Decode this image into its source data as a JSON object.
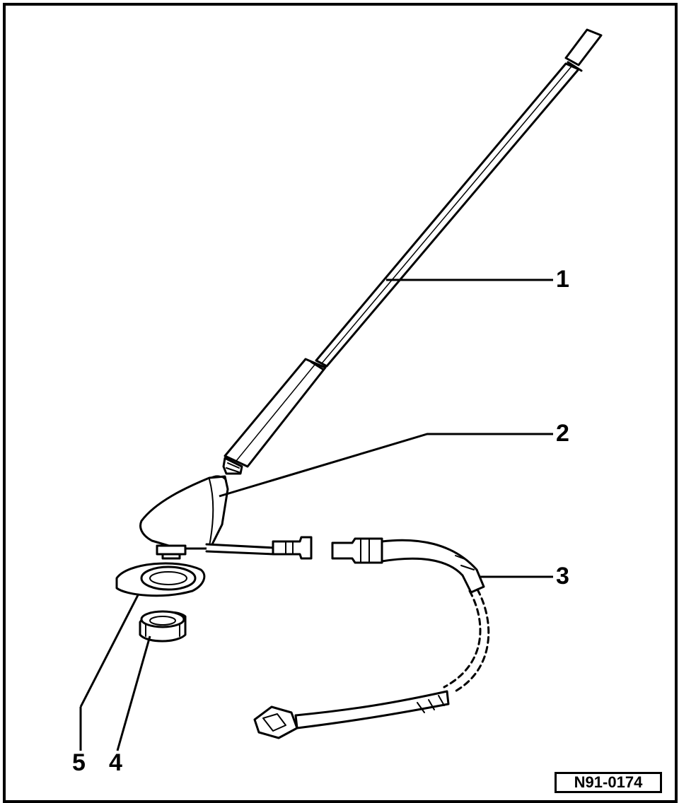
{
  "diagram": {
    "callouts": [
      {
        "id": "1",
        "label": "1"
      },
      {
        "id": "2",
        "label": "2"
      },
      {
        "id": "3",
        "label": "3"
      },
      {
        "id": "4",
        "label": "4"
      },
      {
        "id": "5",
        "label": "5"
      }
    ],
    "reference_code": "N91-0174",
    "colors": {
      "line": "#000000",
      "background": "#ffffff",
      "fill": "#ffffff"
    }
  }
}
